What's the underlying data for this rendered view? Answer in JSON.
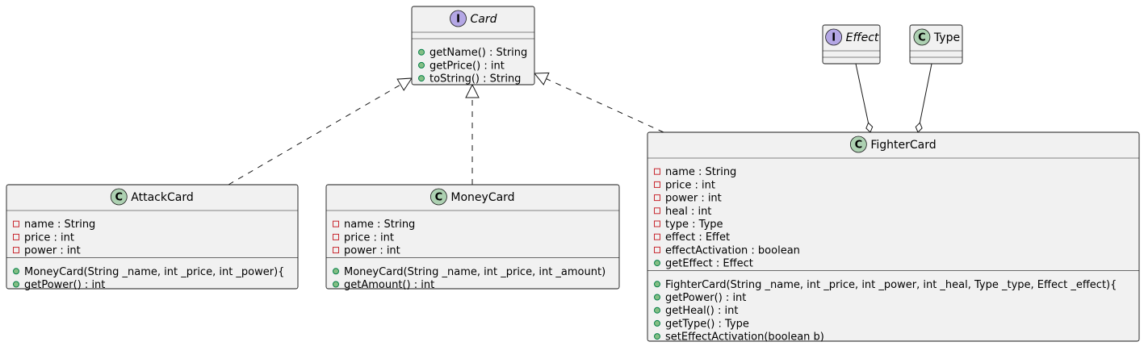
{
  "classes": {
    "card": {
      "name": "Card",
      "stereotype_letter": "I",
      "fields": [],
      "methods": [
        {
          "visibility": "public",
          "text": "getName() : String"
        },
        {
          "visibility": "public",
          "text": "getPrice() : int"
        },
        {
          "visibility": "public",
          "text": "toString() : String"
        }
      ]
    },
    "effect": {
      "name": "Effect",
      "stereotype_letter": "I",
      "fields": [],
      "methods": []
    },
    "type": {
      "name": "Type",
      "stereotype_letter": "C",
      "fields": [],
      "methods": []
    },
    "attack_card": {
      "name": "AttackCard",
      "stereotype_letter": "C",
      "fields": [
        {
          "visibility": "private",
          "text": "name : String"
        },
        {
          "visibility": "private",
          "text": "price : int"
        },
        {
          "visibility": "private",
          "text": "power : int"
        }
      ],
      "methods": [
        {
          "visibility": "public",
          "text": "MoneyCard(String _name, int _price, int _power){"
        },
        {
          "visibility": "public",
          "text": "getPower() : int"
        }
      ]
    },
    "money_card": {
      "name": "MoneyCard",
      "stereotype_letter": "C",
      "fields": [
        {
          "visibility": "private",
          "text": "name : String"
        },
        {
          "visibility": "private",
          "text": "price : int"
        },
        {
          "visibility": "private",
          "text": "power : int"
        }
      ],
      "methods": [
        {
          "visibility": "public",
          "text": "MoneyCard(String _name, int _price, int _amount)"
        },
        {
          "visibility": "public",
          "text": "getAmount() : int"
        }
      ]
    },
    "fighter_card": {
      "name": "FighterCard",
      "stereotype_letter": "C",
      "fields": [
        {
          "visibility": "private",
          "text": "name : String"
        },
        {
          "visibility": "private",
          "text": "price : int"
        },
        {
          "visibility": "private",
          "text": "power : int"
        },
        {
          "visibility": "private",
          "text": "heal : int"
        },
        {
          "visibility": "private",
          "text": "type : Type"
        },
        {
          "visibility": "private",
          "text": "effect : Effet"
        },
        {
          "visibility": "private",
          "text": "effectActivation : boolean"
        },
        {
          "visibility": "public",
          "text": "getEffect : Effect"
        }
      ],
      "methods": [
        {
          "visibility": "public",
          "text": "FighterCard(String _name, int _price, int _power, int _heal, Type _type, Effect _effect){"
        },
        {
          "visibility": "public",
          "text": "getPower() : int"
        },
        {
          "visibility": "public",
          "text": "getHeal() : int"
        },
        {
          "visibility": "public",
          "text": "getType() : Type"
        },
        {
          "visibility": "public",
          "text": "setEffectActivation(boolean b)"
        }
      ]
    }
  },
  "relations": [
    {
      "from": "attack_card",
      "to": "card",
      "kind": "realization"
    },
    {
      "from": "money_card",
      "to": "card",
      "kind": "realization"
    },
    {
      "from": "fighter_card",
      "to": "card",
      "kind": "realization"
    },
    {
      "from": "effect",
      "to": "fighter_card",
      "kind": "aggregation"
    },
    {
      "from": "type",
      "to": "fighter_card",
      "kind": "aggregation"
    }
  ]
}
